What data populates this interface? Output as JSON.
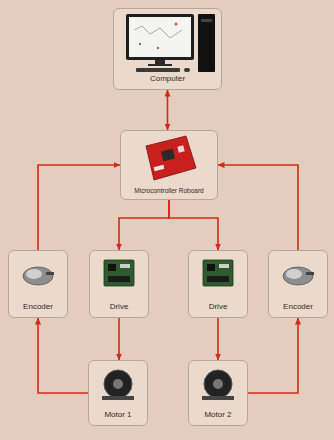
{
  "diagram": {
    "nodes": [
      {
        "text": [
          "Computer"
        ]
      },
      {
        "text": [
          "Microcontroller Roboard"
        ]
      },
      {
        "text": [
          "Encoder"
        ]
      },
      {
        "text": [
          "Drive"
        ]
      },
      {
        "text": [
          "Drive"
        ]
      },
      {
        "text": [
          "Encoder"
        ]
      },
      {
        "text": [
          "Motor 1"
        ]
      },
      {
        "text": [
          "Motor 2"
        ]
      }
    ],
    "edges": [
      {
        "from": 0,
        "to": 1,
        "arrow": "both"
      },
      {
        "from": 1,
        "to": 3,
        "arrow": "to"
      },
      {
        "from": 1,
        "to": 4,
        "arrow": "to"
      },
      {
        "from": 2,
        "to": 1,
        "arrow": "to"
      },
      {
        "from": 5,
        "to": 1,
        "arrow": "to"
      },
      {
        "from": 3,
        "to": 6,
        "arrow": "to"
      },
      {
        "from": 4,
        "to": 7,
        "arrow": "to"
      },
      {
        "from": 6,
        "to": 2,
        "arrow": "to"
      },
      {
        "from": 7,
        "to": 5,
        "arrow": "to"
      }
    ]
  }
}
